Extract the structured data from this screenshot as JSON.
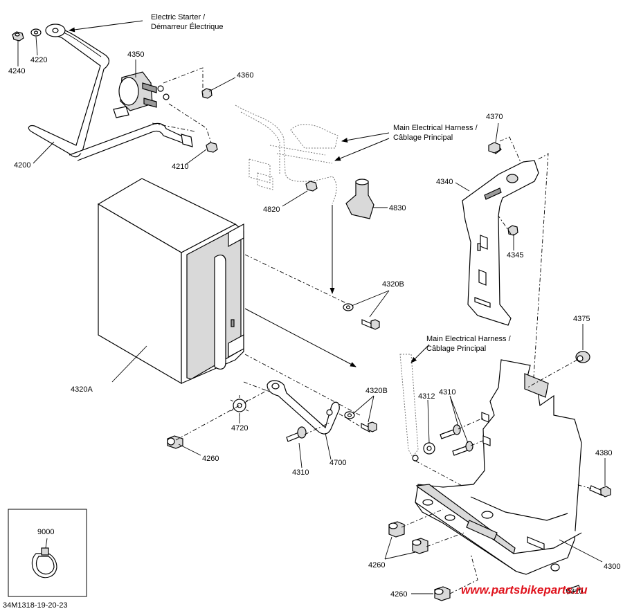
{
  "notes": {
    "electric_starter": [
      "Electric Starter /",
      "Démarreur Électrique"
    ],
    "harness_1": [
      "Main Electrical Harness /",
      "Câblage Principal"
    ],
    "harness_2": [
      "Main Electrical Harness /",
      "Câblage Principal"
    ]
  },
  "callouts": {
    "c4240": "4240",
    "c4220": "4220",
    "c4200": "4200",
    "c4350": "4350",
    "c4360": "4360",
    "c4210": "4210",
    "c4820": "4820",
    "c4830": "4830",
    "c4370": "4370",
    "c4340": "4340",
    "c4345": "4345",
    "c4320b_1": "4320B",
    "c4320a": "4320A",
    "c4720": "4720",
    "c4260_1": "4260",
    "c4310_1": "4310",
    "c4700": "4700",
    "c4320b_2": "4320B",
    "c4312": "4312",
    "c4310_2": "4310",
    "c4375": "4375",
    "c4380": "4380",
    "c4300": "4300",
    "c4260_2": "4260",
    "c4260_3": "4260",
    "c4310_3": "4310",
    "c9000": "9000"
  },
  "drawing_number": "34M1318-19-20-23",
  "watermark": "www.partsbikeparts.ru"
}
